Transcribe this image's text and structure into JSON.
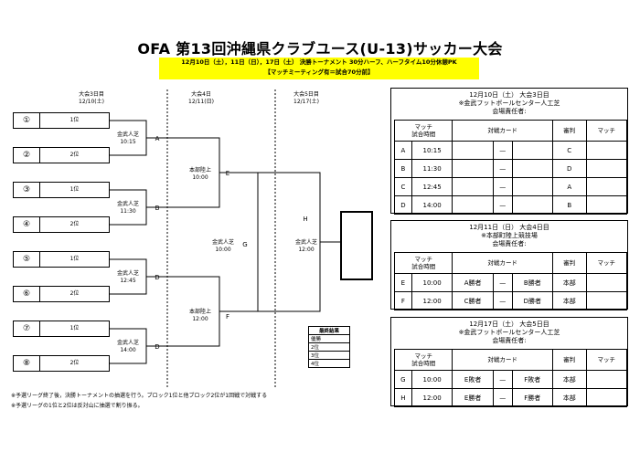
{
  "title": "OFA 第13回沖縄県クラブユース(U-13)サッカー大会",
  "banner": {
    "line1": "12月10日（土），11日（日），17日（土） 決勝トーナメント 30分ハーフ、ハーフタイム10分休憩PK",
    "line2": "【マッチミーティング有＝試合70分前】"
  },
  "rounds": [
    {
      "day": "大会3日目",
      "date": "12/10(土)"
    },
    {
      "day": "大会4日",
      "date": "12/11(日)"
    },
    {
      "day": "大会5日目",
      "date": "12/17(土)"
    }
  ],
  "entries": [
    {
      "no": "①",
      "rank": "1位"
    },
    {
      "no": "②",
      "rank": "2位"
    },
    {
      "no": "③",
      "rank": "1位"
    },
    {
      "no": "④",
      "rank": "2位"
    },
    {
      "no": "⑤",
      "rank": "1位"
    },
    {
      "no": "⑥",
      "rank": "2位"
    },
    {
      "no": "⑦",
      "rank": "1位"
    },
    {
      "no": "⑧",
      "rank": "2位"
    }
  ],
  "matches_r1": [
    {
      "venue": "金武人芝",
      "time": "10:15",
      "id": "A"
    },
    {
      "venue": "金武人芝",
      "time": "11:30",
      "id": "B"
    },
    {
      "venue": "金武人芝",
      "time": "12:45",
      "id": "D"
    },
    {
      "venue": "金武人芝",
      "time": "14:00",
      "id": "D"
    }
  ],
  "matches_r2": [
    {
      "venue": "本部陸上",
      "time": "10:00",
      "id": "E"
    },
    {
      "venue": "本部陸上",
      "time": "12:00",
      "id": "F"
    }
  ],
  "match_g": {
    "venue": "金武人芝",
    "time": "10:00",
    "id": "G"
  },
  "match_h": {
    "venue": "金武人芝",
    "time": "12:00",
    "id": "H"
  },
  "final_result": {
    "header": "最終結果",
    "rows": [
      "優勝",
      "2位",
      "3位",
      "4位"
    ]
  },
  "panels": [
    {
      "date": "12月10日（土） 大会3日目",
      "venue": "※金武フットボールセンター人工芝",
      "manager": "会場責任者:",
      "headers": {
        "time": "マッチ\n試合時間",
        "card": "対戦カード",
        "referee": "審判",
        "match": "マッチ"
      },
      "rows": [
        {
          "id": "A",
          "time": "10:15",
          "home": "",
          "vs": "—",
          "away": "",
          "ref": "C"
        },
        {
          "id": "B",
          "time": "11:30",
          "home": "",
          "vs": "—",
          "away": "",
          "ref": "D"
        },
        {
          "id": "C",
          "time": "12:45",
          "home": "",
          "vs": "—",
          "away": "",
          "ref": "A"
        },
        {
          "id": "D",
          "time": "14:00",
          "home": "",
          "vs": "—",
          "away": "",
          "ref": "B"
        }
      ]
    },
    {
      "date": "12月11日（日） 大会4日目",
      "venue": "※本部町陸上競技場",
      "manager": "会場責任者:",
      "headers": {
        "time": "マッチ\n試合時間",
        "card": "対戦カード",
        "referee": "審判",
        "match": "マッチ"
      },
      "rows": [
        {
          "id": "E",
          "time": "10:00",
          "home": "A勝者",
          "vs": "—",
          "away": "B勝者",
          "ref": "本部"
        },
        {
          "id": "F",
          "time": "12:00",
          "home": "C勝者",
          "vs": "—",
          "away": "D勝者",
          "ref": "本部"
        }
      ]
    },
    {
      "date": "12月17日（土） 大会5日目",
      "venue": "※金武フットボールセンター人工芝",
      "manager": "会場責任者:",
      "headers": {
        "time": "マッチ\n試合時間",
        "card": "対戦カード",
        "referee": "審判",
        "match": "マッチ"
      },
      "rows": [
        {
          "id": "G",
          "time": "10:00",
          "home": "E敗者",
          "vs": "—",
          "away": "F敗者",
          "ref": "本部"
        },
        {
          "id": "H",
          "time": "12:00",
          "home": "E勝者",
          "vs": "—",
          "away": "F勝者",
          "ref": "本部"
        }
      ]
    }
  ],
  "notes": [
    "※予選リーグ終了後，決勝トーナメントの抽選を行う。ブロック1位と他ブロック2位が1回戦で対戦する",
    "※予選リーグの1位と2位は反対山に抽選で割り振る。"
  ]
}
